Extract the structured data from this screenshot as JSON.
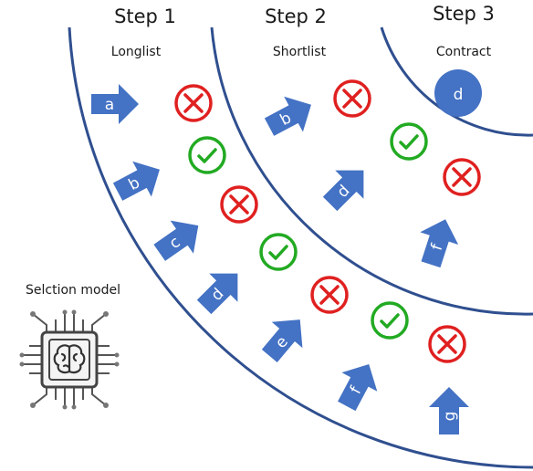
{
  "diagram": {
    "steps": [
      {
        "title": "Step 1",
        "subtitle": "Longlist"
      },
      {
        "title": "Step 2",
        "subtitle": "Shortlist"
      },
      {
        "title": "Step 3",
        "subtitle": "Contract"
      }
    ],
    "model_label": "Selction model",
    "contract_item": "d",
    "longlist": [
      {
        "label": "a",
        "result": "rejected"
      },
      {
        "label": "b",
        "result": "accepted"
      },
      {
        "label": "c",
        "result": "rejected"
      },
      {
        "label": "d",
        "result": "accepted"
      },
      {
        "label": "e",
        "result": "rejected"
      },
      {
        "label": "f",
        "result": "accepted"
      },
      {
        "label": "g",
        "result": "rejected"
      }
    ],
    "shortlist": [
      {
        "label": "b",
        "result": "rejected"
      },
      {
        "label": "d",
        "result": "accepted"
      },
      {
        "label": "f",
        "result": "rejected"
      }
    ],
    "colors": {
      "arrow": "#4472c4",
      "ring": "#2f4f8f",
      "accept": "#22aa22",
      "reject": "#e02020"
    }
  }
}
